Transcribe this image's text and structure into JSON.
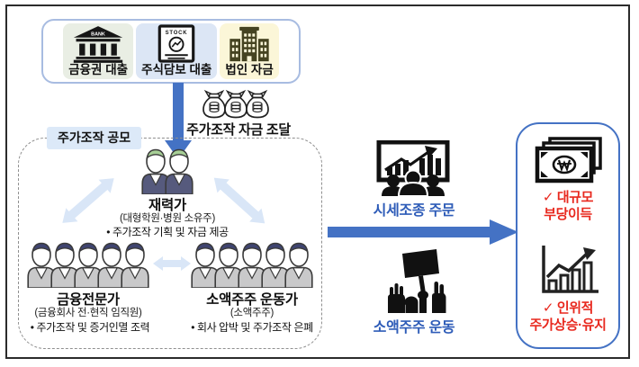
{
  "diagram": {
    "funding_box": {
      "items": [
        {
          "label": "금융권 대출",
          "icon": "bank-icon",
          "bg": "#e9eee4"
        },
        {
          "label": "주식담보 대출",
          "icon": "stock-certificate-icon",
          "bg": "#dce6f5"
        },
        {
          "label": "법인 자금",
          "icon": "corporate-building-icon",
          "bg": "#fbf6d8"
        }
      ]
    },
    "funding_flow": {
      "label": "주가조작 자금 조달",
      "icon": "money-bags-icon"
    },
    "conspiracy": {
      "box_label": "주가조작 공모",
      "wealthy": {
        "name": "재력가",
        "subtitle": "(대형학원·병원 소유주)",
        "bullet": "• 주가조작 기획 및 자금 제공"
      },
      "finance_experts": {
        "name": "금융전문가",
        "subtitle": "(금융회사 전·현직 임직원)",
        "bullet": "• 주가조작 및 증거인멸 조력"
      },
      "activists": {
        "name": "소액주주 운동가",
        "subtitle": "(소액주주)",
        "bullet": "• 회사 압박 및 주가조작 은폐"
      }
    },
    "actions": {
      "orders_label": "시세조종 주문",
      "movement_label": "소액주주 운동"
    },
    "outcomes": {
      "profit_line1": "✓ 대규모",
      "profit_line2": "부당이득",
      "price_line1": "✓ 인위적",
      "price_line2": "주가상승·유지"
    },
    "colors": {
      "accent_blue": "#4472c4",
      "light_arrow": "#d9e6f7",
      "action_text_blue": "#2e5cb8",
      "outcome_text_red": "#e8281e"
    }
  }
}
